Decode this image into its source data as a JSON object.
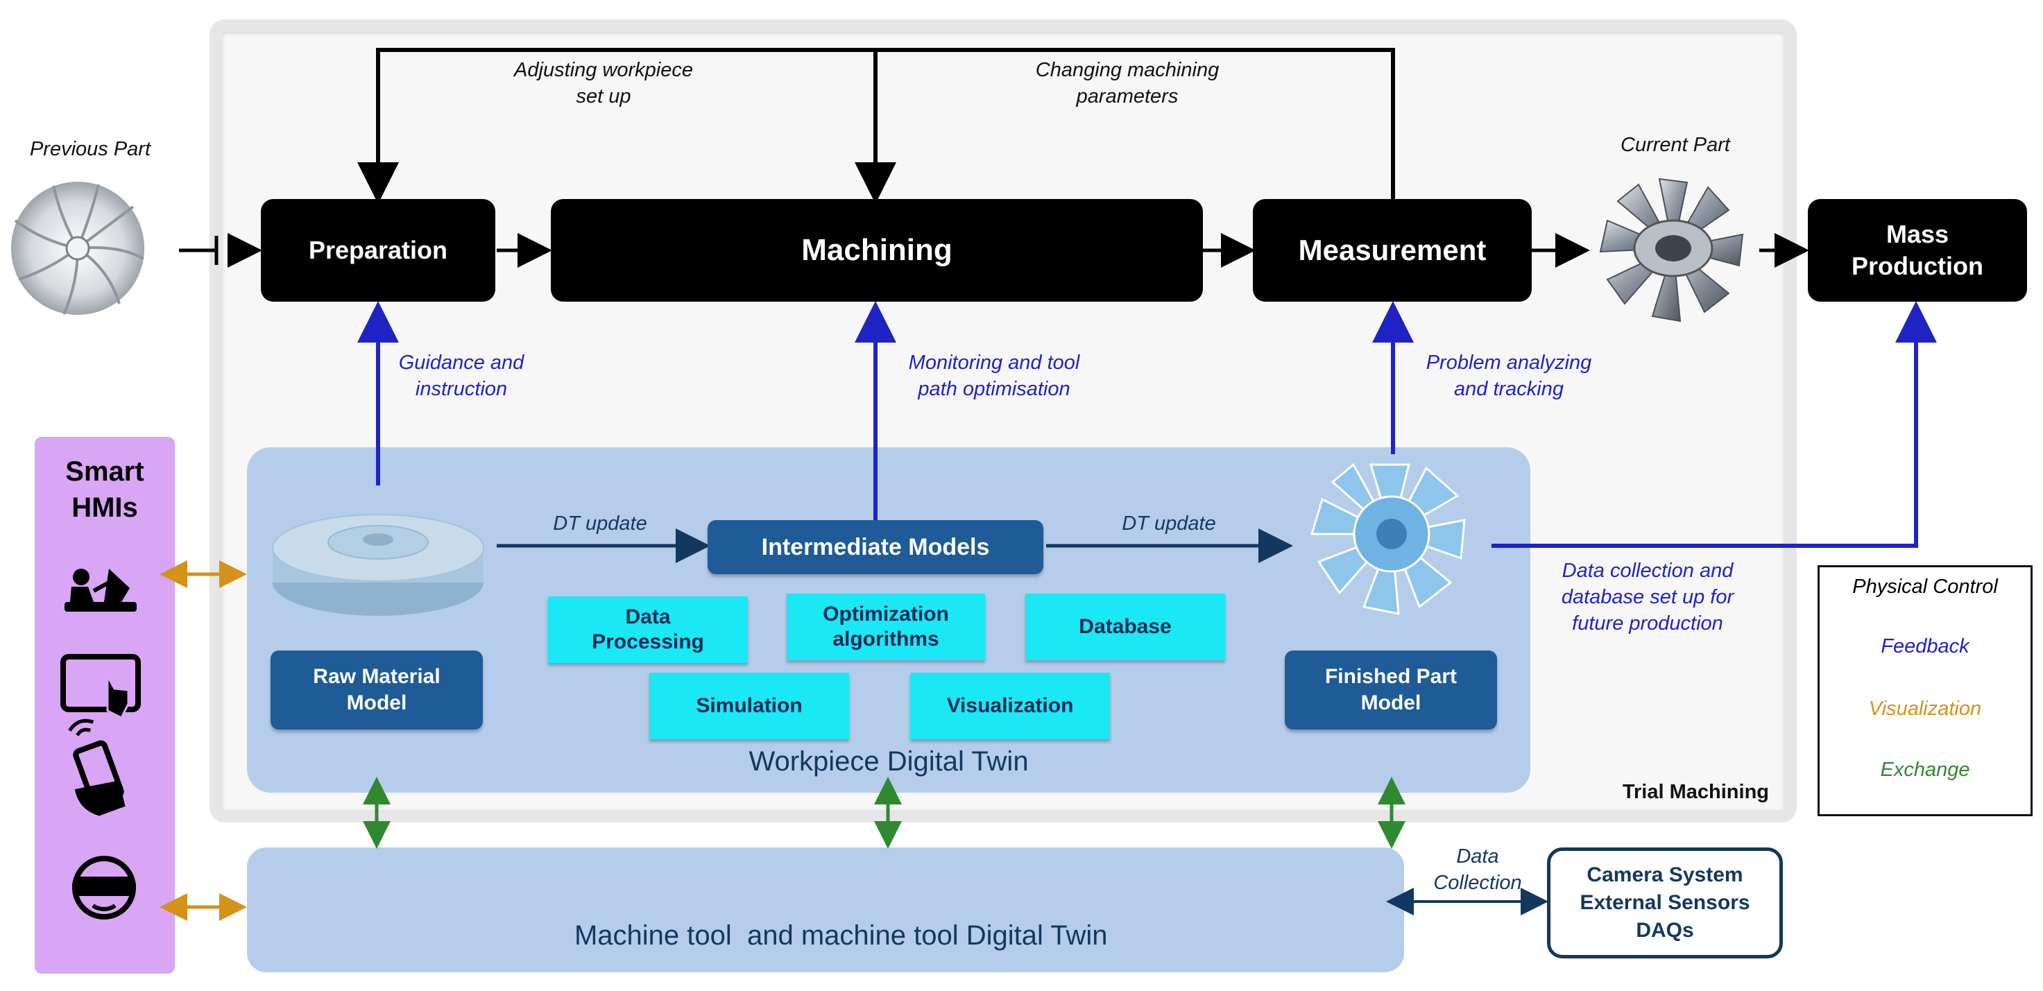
{
  "labels": {
    "previous_part": "Previous Part",
    "current_part": "Current Part",
    "adjusting": [
      "Adjusting workpiece",
      "set up"
    ],
    "changing": [
      "Changing machining",
      "parameters"
    ],
    "guidance": [
      "Guidance and",
      "instruction"
    ],
    "monitoring": [
      "Monitoring and tool",
      "path optimisation"
    ],
    "problem": [
      "Problem analyzing",
      "and tracking"
    ],
    "dt_update_1": "DT update",
    "dt_update_2": "DT update",
    "data_collection_db": [
      "Data collection and",
      "database set up for",
      "future production"
    ],
    "data_collection": [
      "Data",
      "Collection"
    ]
  },
  "process": {
    "preparation": "Preparation",
    "machining": "Machining",
    "measurement": "Measurement",
    "mass_production": [
      "Mass",
      "Production"
    ]
  },
  "digital_twin": {
    "title": "Workpiece Digital Twin",
    "raw_material": [
      "Raw Material",
      "Model"
    ],
    "intermediate": "Intermediate Models",
    "finished": [
      "Finished Part",
      "Model"
    ],
    "modules": {
      "data_processing": [
        "Data",
        "Processing"
      ],
      "optimization": [
        "Optimization",
        "algorithms"
      ],
      "database": "Database",
      "simulation": "Simulation",
      "visualization": "Visualization"
    }
  },
  "trial_machining": "Trial Machining",
  "machine_tool": "Machine tool  and machine tool Digital Twin",
  "hmi": {
    "title": [
      "Smart",
      "HMIs"
    ],
    "icons": [
      "operator-console-icon",
      "tablet-touch-icon",
      "smartphone-hand-icon",
      "vr-headset-icon"
    ]
  },
  "camera_system": [
    "Camera System",
    "External Sensors",
    "DAQs"
  ],
  "legend": {
    "items": [
      {
        "label": "Physical Control",
        "color": "#000000"
      },
      {
        "label": "Feedback",
        "color": "#1f23c4"
      },
      {
        "label": "Visualization",
        "color": "#d4921a"
      },
      {
        "label": "Exchange",
        "color": "#2f8a2f"
      }
    ]
  },
  "colors": {
    "physical": "#000000",
    "feedback": "#1f23c4",
    "visualization": "#d4921a",
    "exchange": "#2f8a2f",
    "navy": "#1f5b96",
    "cyan": "#1ae8f5",
    "dt_panel": "#b5cdea",
    "hmi_panel": "#d8a6f4"
  }
}
